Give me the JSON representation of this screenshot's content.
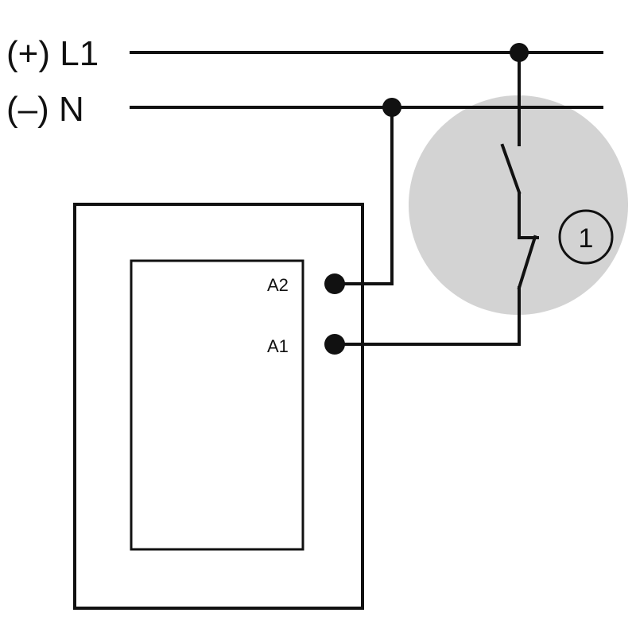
{
  "labels": {
    "line": "(+) L1",
    "neutral": "(–) N",
    "terminal_a2": "A2",
    "terminal_a1": "A1",
    "callout": "1"
  },
  "colors": {
    "ink": "#111111",
    "highlight": "#d3d3d3",
    "background": "#ffffff"
  }
}
